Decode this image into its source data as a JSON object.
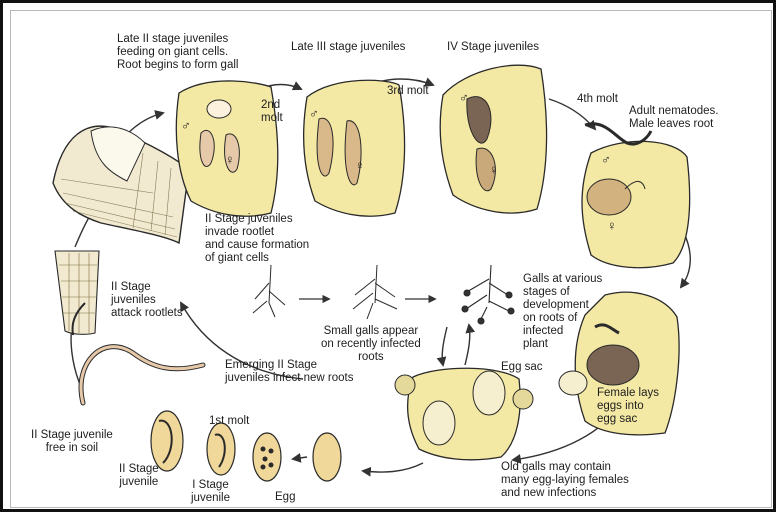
{
  "labels": {
    "late_ii": "Late II stage juveniles\nfeeding on giant cells.\nRoot begins to form gall",
    "late_iii": "Late III stage juveniles",
    "iv": "IV Stage juveniles",
    "second_molt": "2nd\nmolt",
    "third_molt": "3rd molt",
    "fourth_molt": "4th molt",
    "adult": "Adult nematodes.\nMale leaves root",
    "ii_invade": "II Stage juveniles\ninvade rootlet\nand cause formation\nof giant cells",
    "ii_attack": "II Stage\njuveniles\nattack rootlets",
    "galls_various": "Galls at various\nstages of\ndevelopment\non roots of\ninfected\nplant",
    "small_galls": "Small galls appear\non recently infected\nroots",
    "emerging": "Emerging II Stage\njuveniles infect new roots",
    "egg_sac": "Egg sac",
    "female_lays": "Female lays\neggs into\negg sac",
    "first_molt": "1st molt",
    "free_in_soil": "II Stage juvenile\nfree in soil",
    "ii_juvenile": "II Stage\njuvenile",
    "i_juvenile": "I Stage\njuvenile",
    "egg": "Egg",
    "old_galls": "Old galls may contain\nmany egg-laying females\nand new infections"
  },
  "symbols": {
    "male": "♂",
    "female": "♀"
  },
  "colors": {
    "gall_fill": "#f3e8a4",
    "outline": "#2a2a2a",
    "cycle_arrow": "#333333",
    "nematode": "#e6c9a8",
    "text": "#1e1e1e"
  }
}
